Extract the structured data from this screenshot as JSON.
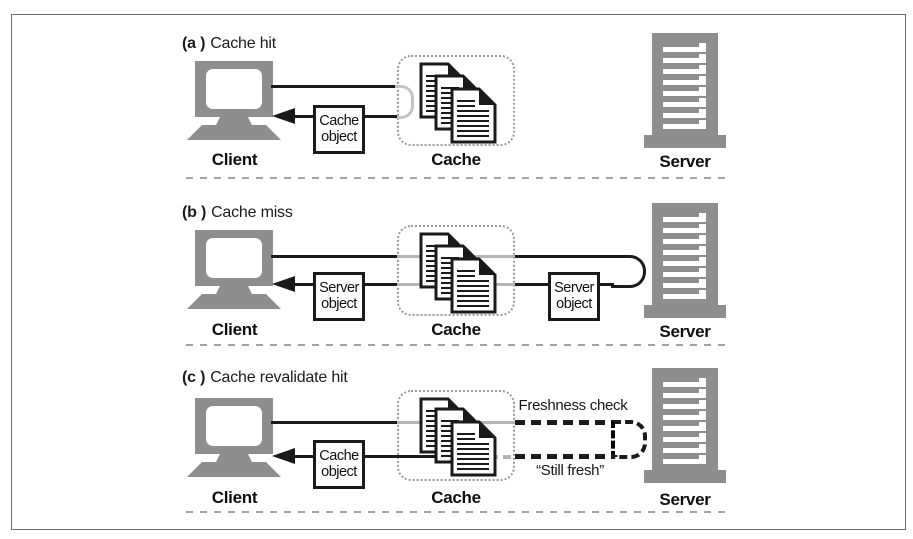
{
  "colors": {
    "device": "#8e8e8e",
    "ink": "#1a1a1a",
    "pass_line": "#b5b5b5",
    "uturn_gray": "#c3c3c3",
    "cache_border": "#9a9a9a",
    "separator": "#a3a3a3",
    "frame": "#6e6e6e"
  },
  "panels": {
    "a": {
      "prefix": "(a )",
      "title": "Cache hit",
      "client_label": "Client",
      "cache_label": "Cache",
      "server_label": "Server",
      "object_box": {
        "line1": "Cache",
        "line2": "object"
      }
    },
    "b": {
      "prefix": "(b )",
      "title": "Cache miss",
      "client_label": "Client",
      "cache_label": "Cache",
      "server_label": "Server",
      "object_box_client": {
        "line1": "Server",
        "line2": "object"
      },
      "object_box_server": {
        "line1": "Server",
        "line2": "object"
      }
    },
    "c": {
      "prefix": "(c )",
      "title": "Cache revalidate hit",
      "client_label": "Client",
      "cache_label": "Cache",
      "server_label": "Server",
      "object_box": {
        "line1": "Cache",
        "line2": "object"
      },
      "request_label": "Freshness check",
      "response_label": "“Still fresh”"
    }
  }
}
